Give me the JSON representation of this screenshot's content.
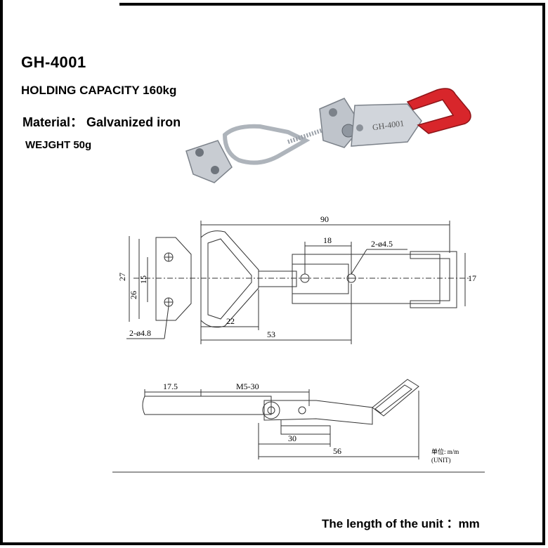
{
  "specs": {
    "model": "GH-4001",
    "holding_capacity": "HOLDING CAPACITY 160kg",
    "material": "Material： Galvanized iron",
    "weight": "WEJGHT 50g",
    "unit_note": "The length of the unit ：mm"
  },
  "product_photo": {
    "engraving": "GH-4001",
    "colors": {
      "metal": "#c8ccd2",
      "grip": "#d8262b"
    }
  },
  "top_view": {
    "dim_overall": "90",
    "dim_hole_spacing": "18",
    "dim_holes_right": "2-ø4.5",
    "dim_height_right": "17",
    "dim_height_outer": "27",
    "dim_height_inner": "26",
    "dim_hole_pitch": "15",
    "dim_loop_width": "22",
    "dim_base_to_hole": "53",
    "dim_holes_left": "2-ø4.8"
  },
  "side_view": {
    "dim_rod": "17.5",
    "dim_thread": "M5-30",
    "dim_base": "30",
    "dim_length": "56",
    "unit_label": "单位: m/m",
    "unit_label_en": "(UNIT)"
  }
}
